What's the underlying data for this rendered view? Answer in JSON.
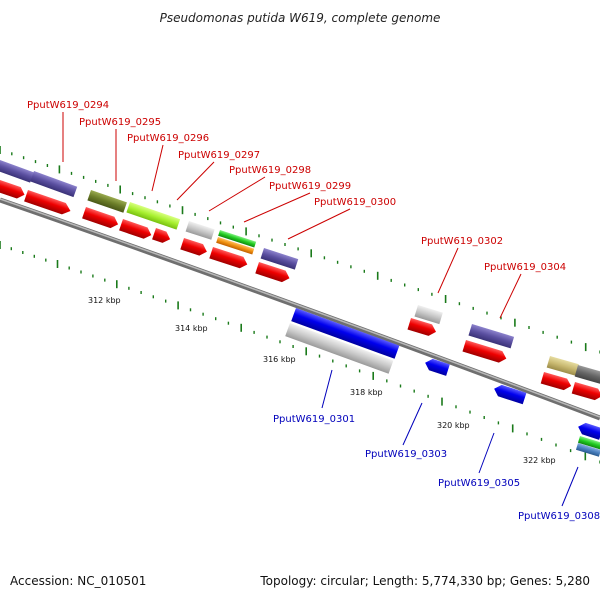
{
  "title": "Pseudomonas putida W619, complete genome",
  "accession": "Accession: NC_010501",
  "summary": "Topology: circular; Length: 5,774,330 bp; Genes: 5,280",
  "colors": {
    "forward_label": "#cc0000",
    "reverse_label": "#0000bb",
    "backbone": "#8a8a8a",
    "tick": "#1a7a1a"
  },
  "kbp_labels": [
    "312 kbp",
    "314 kbp",
    "316 kbp",
    "318 kbp",
    "320 kbp",
    "322 kbp"
  ],
  "forward_gene_labels": [
    "PputW619_0294",
    "PputW619_0295",
    "PputW619_0296",
    "PputW619_0297",
    "PputW619_0298",
    "PputW619_0299",
    "PputW619_0300",
    "PputW619_0302",
    "PputW619_0304"
  ],
  "reverse_gene_labels": [
    "PputW619_0301",
    "PputW619_0303",
    "PputW619_0305",
    "PputW619_0308"
  ]
}
